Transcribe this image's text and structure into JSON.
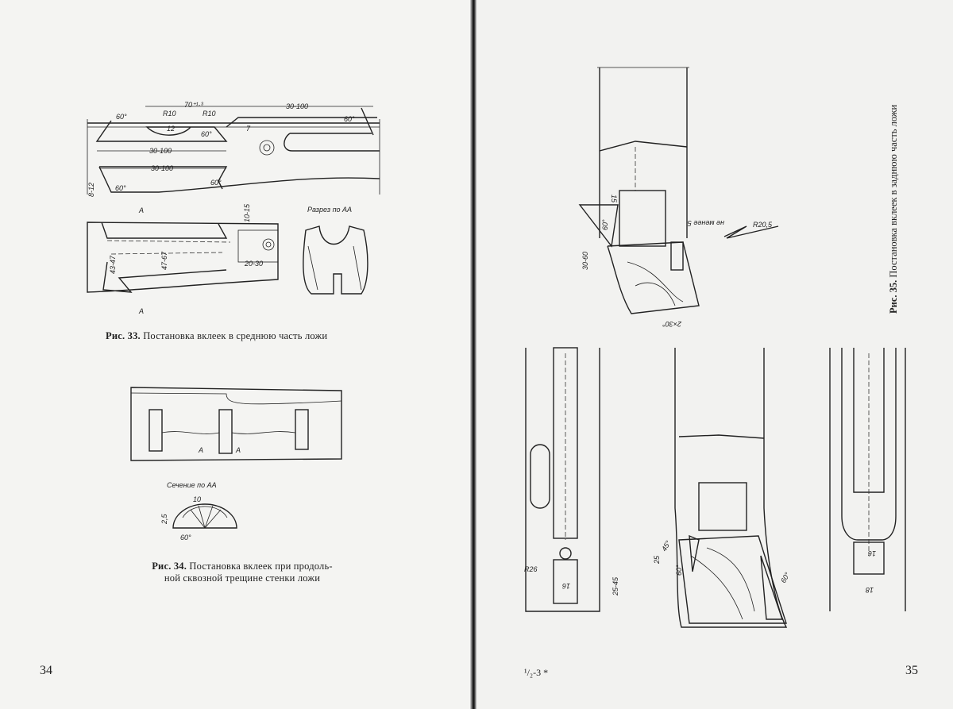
{
  "left_page": {
    "page_number": "34",
    "fig33": {
      "caption_label": "Рис. 33.",
      "caption_text": "Постановка вклеек в среднюю часть ложи",
      "dims": {
        "tol": "70⁺¹·³",
        "len_a": "30-100",
        "len_b": "30-100",
        "len_c": "30-100",
        "r1": "R10",
        "r2": "R10",
        "a1": "60°",
        "a2": "60°",
        "a3": "60°",
        "a4": "60°",
        "a5": "60°",
        "d12": "12",
        "d7": "7",
        "d812": "8-12",
        "d1015": "10-15",
        "d2030": "20-30",
        "d4347": "43-47",
        "d4767": "47-67",
        "secA1": "А",
        "secA2": "А"
      },
      "section_title": "Разрез по АА"
    },
    "fig34": {
      "caption_label": "Рис. 34.",
      "caption_line1": "Постановка вклеек при продоль-",
      "caption_line2": "ной сквозной трещине стенки ложи",
      "section_title": "Сечение по АА",
      "dims": {
        "w": "10",
        "h": "2,5",
        "a": "60°",
        "secA1": "А",
        "secA2": "А"
      }
    }
  },
  "right_page": {
    "page_number": "35",
    "footer_mark": "¹/₂-3 *",
    "fig35": {
      "caption_label": "Рис. 35.",
      "caption_text": "Постановка вклеек в заднюю часть ложи",
      "dims": {
        "d15": "15",
        "min5": "не менее 5",
        "r": "R20,5",
        "a60": "60°",
        "d3060": "30-60",
        "chamfer": "2×30°",
        "r26": "R26",
        "d16a": "16",
        "d2545": "25-45",
        "d25": "25",
        "a45": "45°",
        "a60b": "60°",
        "a60c": "60°",
        "d16b": "16",
        "d18": "18"
      }
    }
  }
}
